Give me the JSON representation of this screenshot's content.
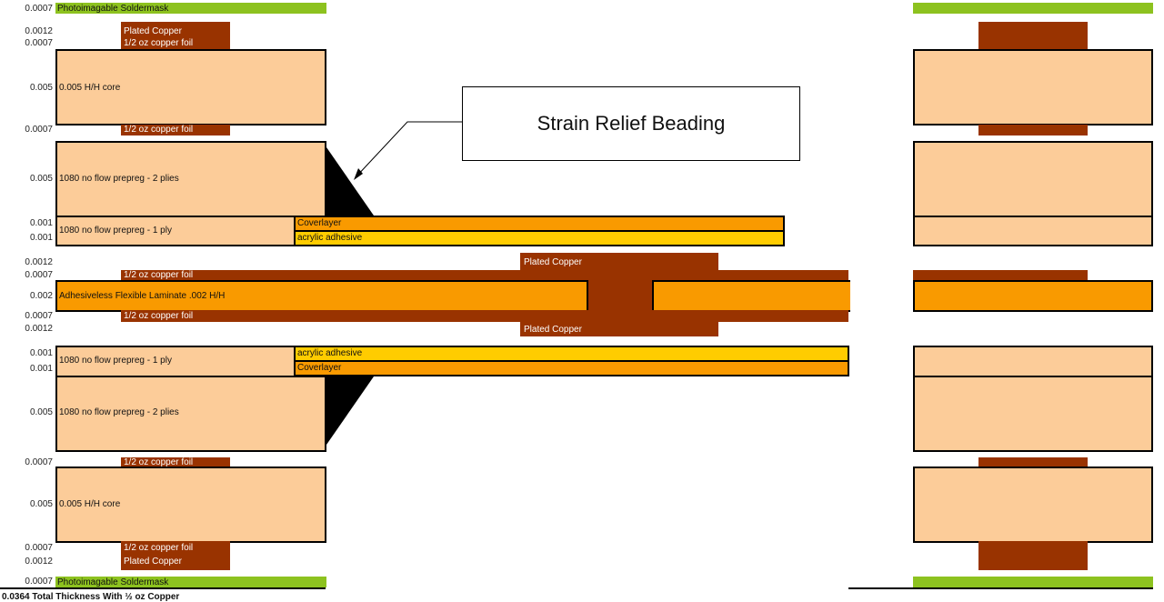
{
  "thickness": {
    "mask_top": "0.0007",
    "plated_top": "0.0012",
    "foil_1": "0.0007",
    "core_1": "0.005",
    "foil_2": "0.0007",
    "prepreg_2_top": "0.005",
    "coverlayer_top": "0.001",
    "adhesive_top": "0.001",
    "plated_mid_top": "0.0012",
    "foil_3": "0.0007",
    "flex_laminate": "0.002",
    "foil_4": "0.0007",
    "plated_mid_bottom": "0.0012",
    "adhesive_bottom": "0.001",
    "coverlayer_bottom": "0.001",
    "prepreg_2_bottom": "0.005",
    "foil_5": "0.0007",
    "core_2": "0.005",
    "foil_6": "0.0007",
    "plated_bottom": "0.0012",
    "mask_bottom": "0.0007"
  },
  "labels": {
    "soldermask": "Photoimagable Soldermask",
    "plated_copper": "Plated Copper",
    "foil": "1/2 oz copper foil",
    "core": "0.005 H/H core",
    "prepreg_2": "1080 no flow prepreg - 2 plies",
    "prepreg_1": "1080 no flow prepreg - 1 ply",
    "coverlayer": "Coverlayer",
    "acrylic": "acrylic adhesive",
    "flex_laminate": "Adhesiveless Flexible Laminate .002 H/H"
  },
  "callout": "Strain Relief Beading",
  "total": "0.0364  Total Thickness With ½ oz Copper",
  "colors": {
    "soldermask": "#8dc21f",
    "copper": "#993300",
    "core": "#fccc99",
    "flex": "#f99a00",
    "adhesive": "#ffcc00"
  }
}
